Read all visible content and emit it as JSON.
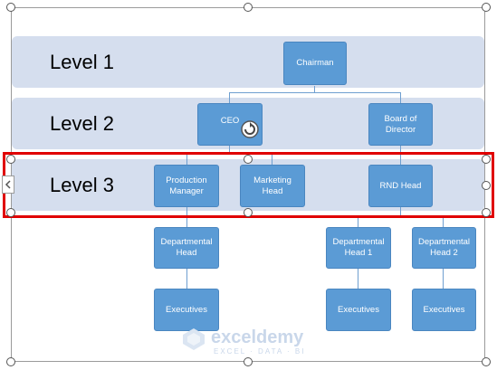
{
  "bands": [
    {
      "label": "Level 1"
    },
    {
      "label": "Level 2"
    },
    {
      "label": "Level 3"
    }
  ],
  "nodes": {
    "chairman": "Chairman",
    "ceo": "CEO",
    "board": "Board of Director",
    "production": "Production Manager",
    "marketing": "Marketing Head",
    "rnd": "RND Head",
    "dept_head": "Departmental Head",
    "dept_head_1": "Departmental Head 1",
    "dept_head_2": "Departmental Head 2",
    "exec_a": "Executives",
    "exec_b": "Executives",
    "exec_c": "Executives"
  },
  "watermark": {
    "brand": "exceldemy",
    "tagline": "EXCEL · DATA · BI"
  },
  "colors": {
    "band": "#d5deee",
    "node": "#5b9bd5",
    "selection": "#e00000"
  },
  "icons": [
    "rotate-handle-icon",
    "collapse-arrow-icon",
    "exceldemy-logo-icon"
  ]
}
